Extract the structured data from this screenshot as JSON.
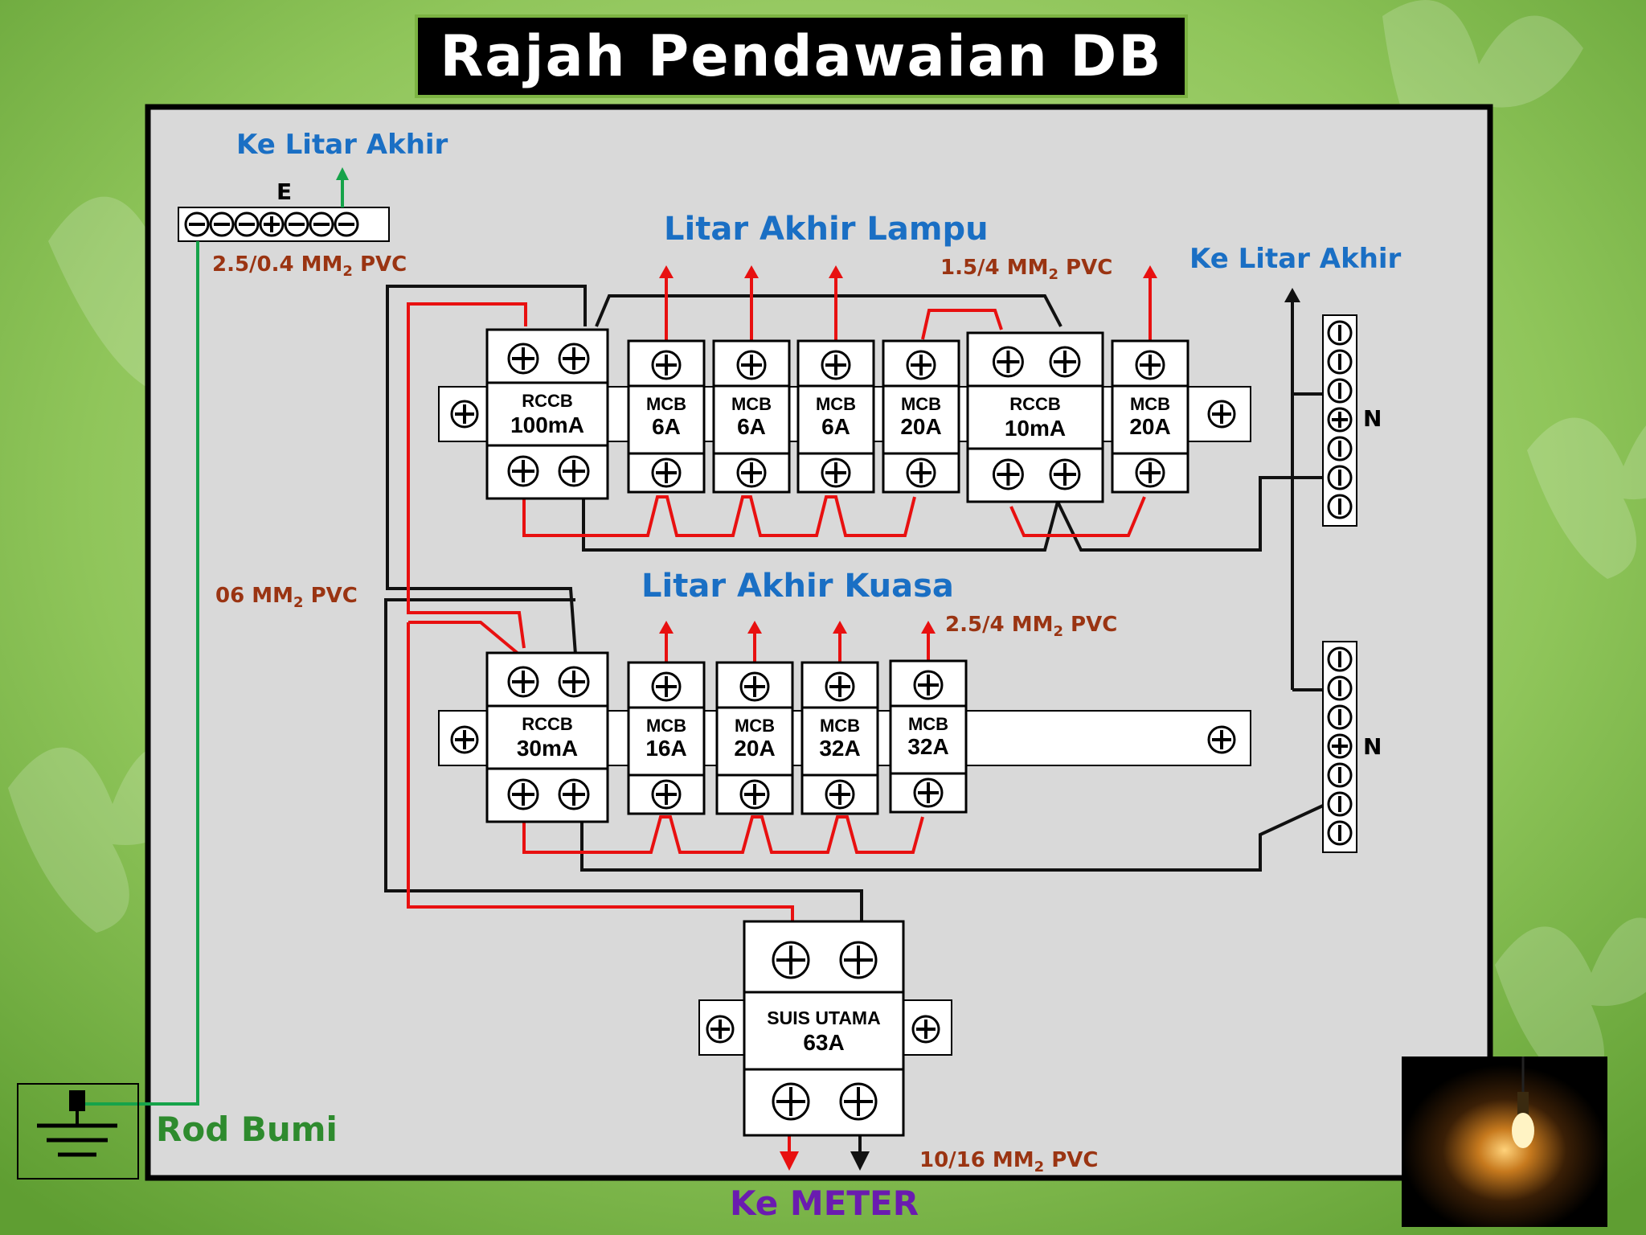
{
  "title": "Rajah Pendawaian DB",
  "labels": {
    "earth_dest": "Ke Litar Akhir",
    "earth_bar": "E",
    "earth_cable": "2.5/0.4 MM",
    "earth_cable_sub": "2",
    "earth_cable_suffix": " PVC",
    "lighting_title": "Litar Akhir Lampu",
    "lighting_cable": "1.5/4 MM",
    "lighting_cable_sub": "2",
    "lighting_cable_suffix": " PVC",
    "lighting_dest": "Ke Litar Akhir",
    "neutral_top": "N",
    "neutral_bottom": "N",
    "main_cable": "06 MM",
    "main_cable_sub": "2",
    "main_cable_suffix": " PVC",
    "power_title": "Litar Akhir Kuasa",
    "power_cable": "2.5/4 MM",
    "power_cable_sub": "2",
    "power_cable_suffix": " PVC",
    "meter_cable": "10/16 MM",
    "meter_cable_sub": "2",
    "meter_cable_suffix": " PVC",
    "earth_rod": "Rod Bumi",
    "meter_dest": "Ke METER"
  },
  "lighting_row": [
    {
      "type": "RCCB",
      "rating": "100mA"
    },
    {
      "type": "MCB",
      "rating": "6A"
    },
    {
      "type": "MCB",
      "rating": "6A"
    },
    {
      "type": "MCB",
      "rating": "6A"
    },
    {
      "type": "MCB",
      "rating": "20A"
    },
    {
      "type": "RCCB",
      "rating": "10mA"
    },
    {
      "type": "MCB",
      "rating": "20A"
    }
  ],
  "power_row": [
    {
      "type": "RCCB",
      "rating": "30mA"
    },
    {
      "type": "MCB",
      "rating": "16A"
    },
    {
      "type": "MCB",
      "rating": "20A"
    },
    {
      "type": "MCB",
      "rating": "32A"
    },
    {
      "type": "MCB",
      "rating": "32A"
    }
  ],
  "main_switch": {
    "type": "SUIS UTAMA",
    "rating": "63A"
  },
  "colors": {
    "live": "#e81010",
    "neutral": "#111111",
    "earth": "#16a34a",
    "panel": "#d9d9d9",
    "background": "#9ccc65"
  }
}
